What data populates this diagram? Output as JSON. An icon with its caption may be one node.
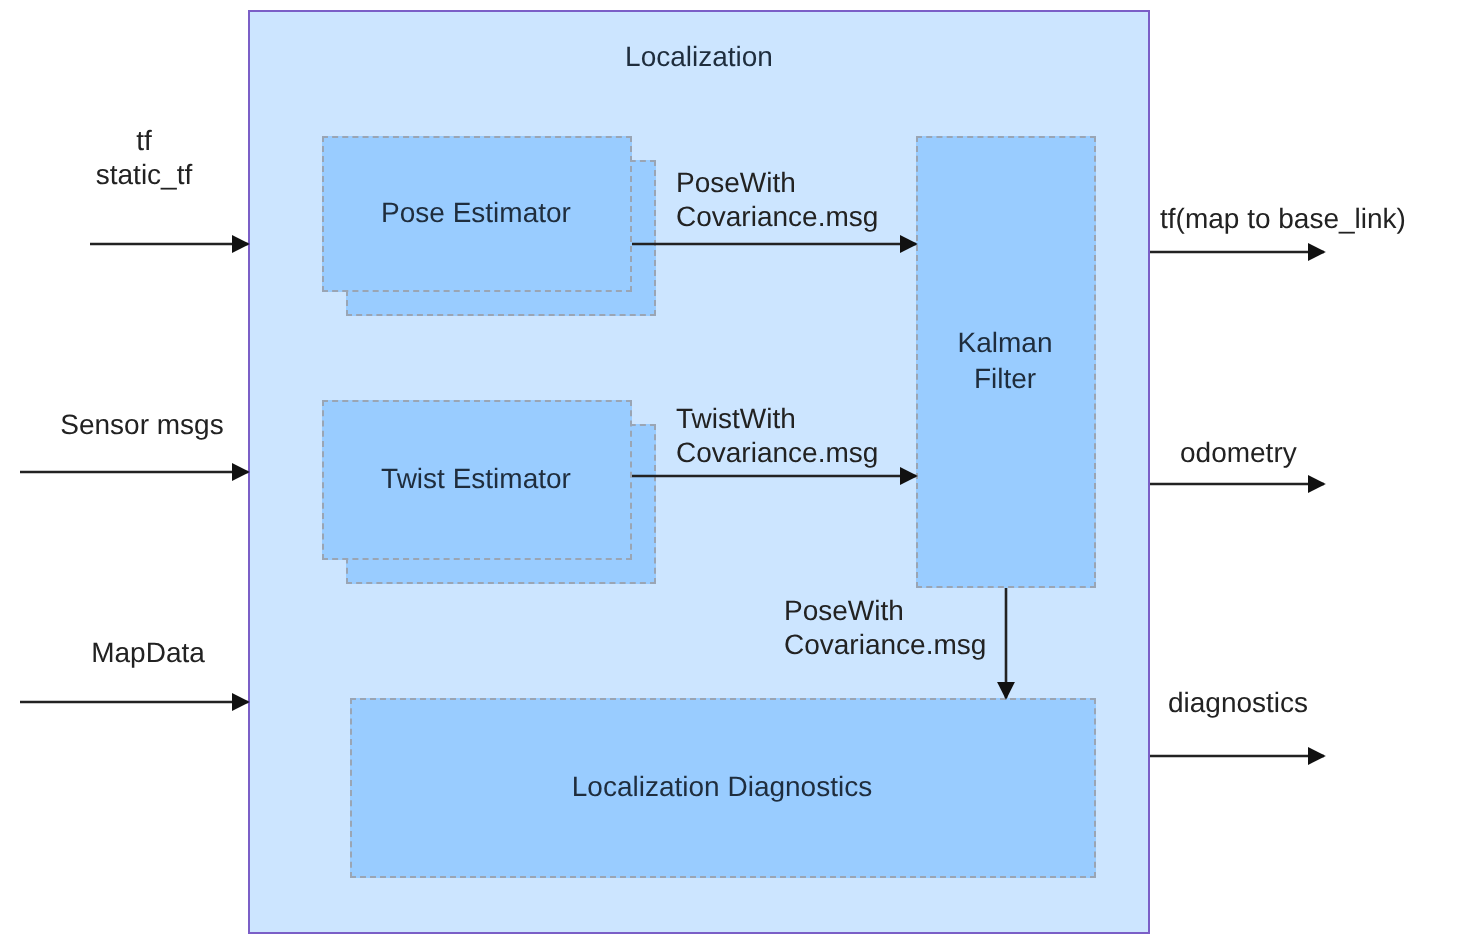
{
  "diagram": {
    "nodes": [
      {
        "text": [
          "Localization"
        ]
      },
      {
        "text": [
          "Pose Estimator"
        ],
        "in": 0
      },
      {
        "text": [
          "Twist Estimator"
        ],
        "in": 0
      },
      {
        "text": [
          "Kalman Filter"
        ],
        "in": 0
      },
      {
        "text": [
          "Localization Diagnostics"
        ],
        "in": 0
      }
    ],
    "edges": [
      {
        "from": null,
        "to": 0,
        "arrow": "to",
        "label": "tf static_tf"
      },
      {
        "from": null,
        "to": 0,
        "arrow": "to",
        "label": "Sensor msgs"
      },
      {
        "from": null,
        "to": 0,
        "arrow": "to",
        "label": "MapData"
      },
      {
        "from": 1,
        "to": 3,
        "arrow": "to",
        "label": "PoseWith Covariance.msg"
      },
      {
        "from": 2,
        "to": 3,
        "arrow": "to",
        "label": "TwistWith Covariance.msg"
      },
      {
        "from": 3,
        "to": 4,
        "arrow": "to",
        "label": "PoseWith Covariance.msg"
      },
      {
        "from": 0,
        "to": null,
        "arrow": "to",
        "label": "tf(map to base_link)"
      },
      {
        "from": 0,
        "to": null,
        "arrow": "to",
        "label": "odometry"
      },
      {
        "from": 0,
        "to": null,
        "arrow": "to",
        "label": "diagnostics"
      }
    ]
  }
}
